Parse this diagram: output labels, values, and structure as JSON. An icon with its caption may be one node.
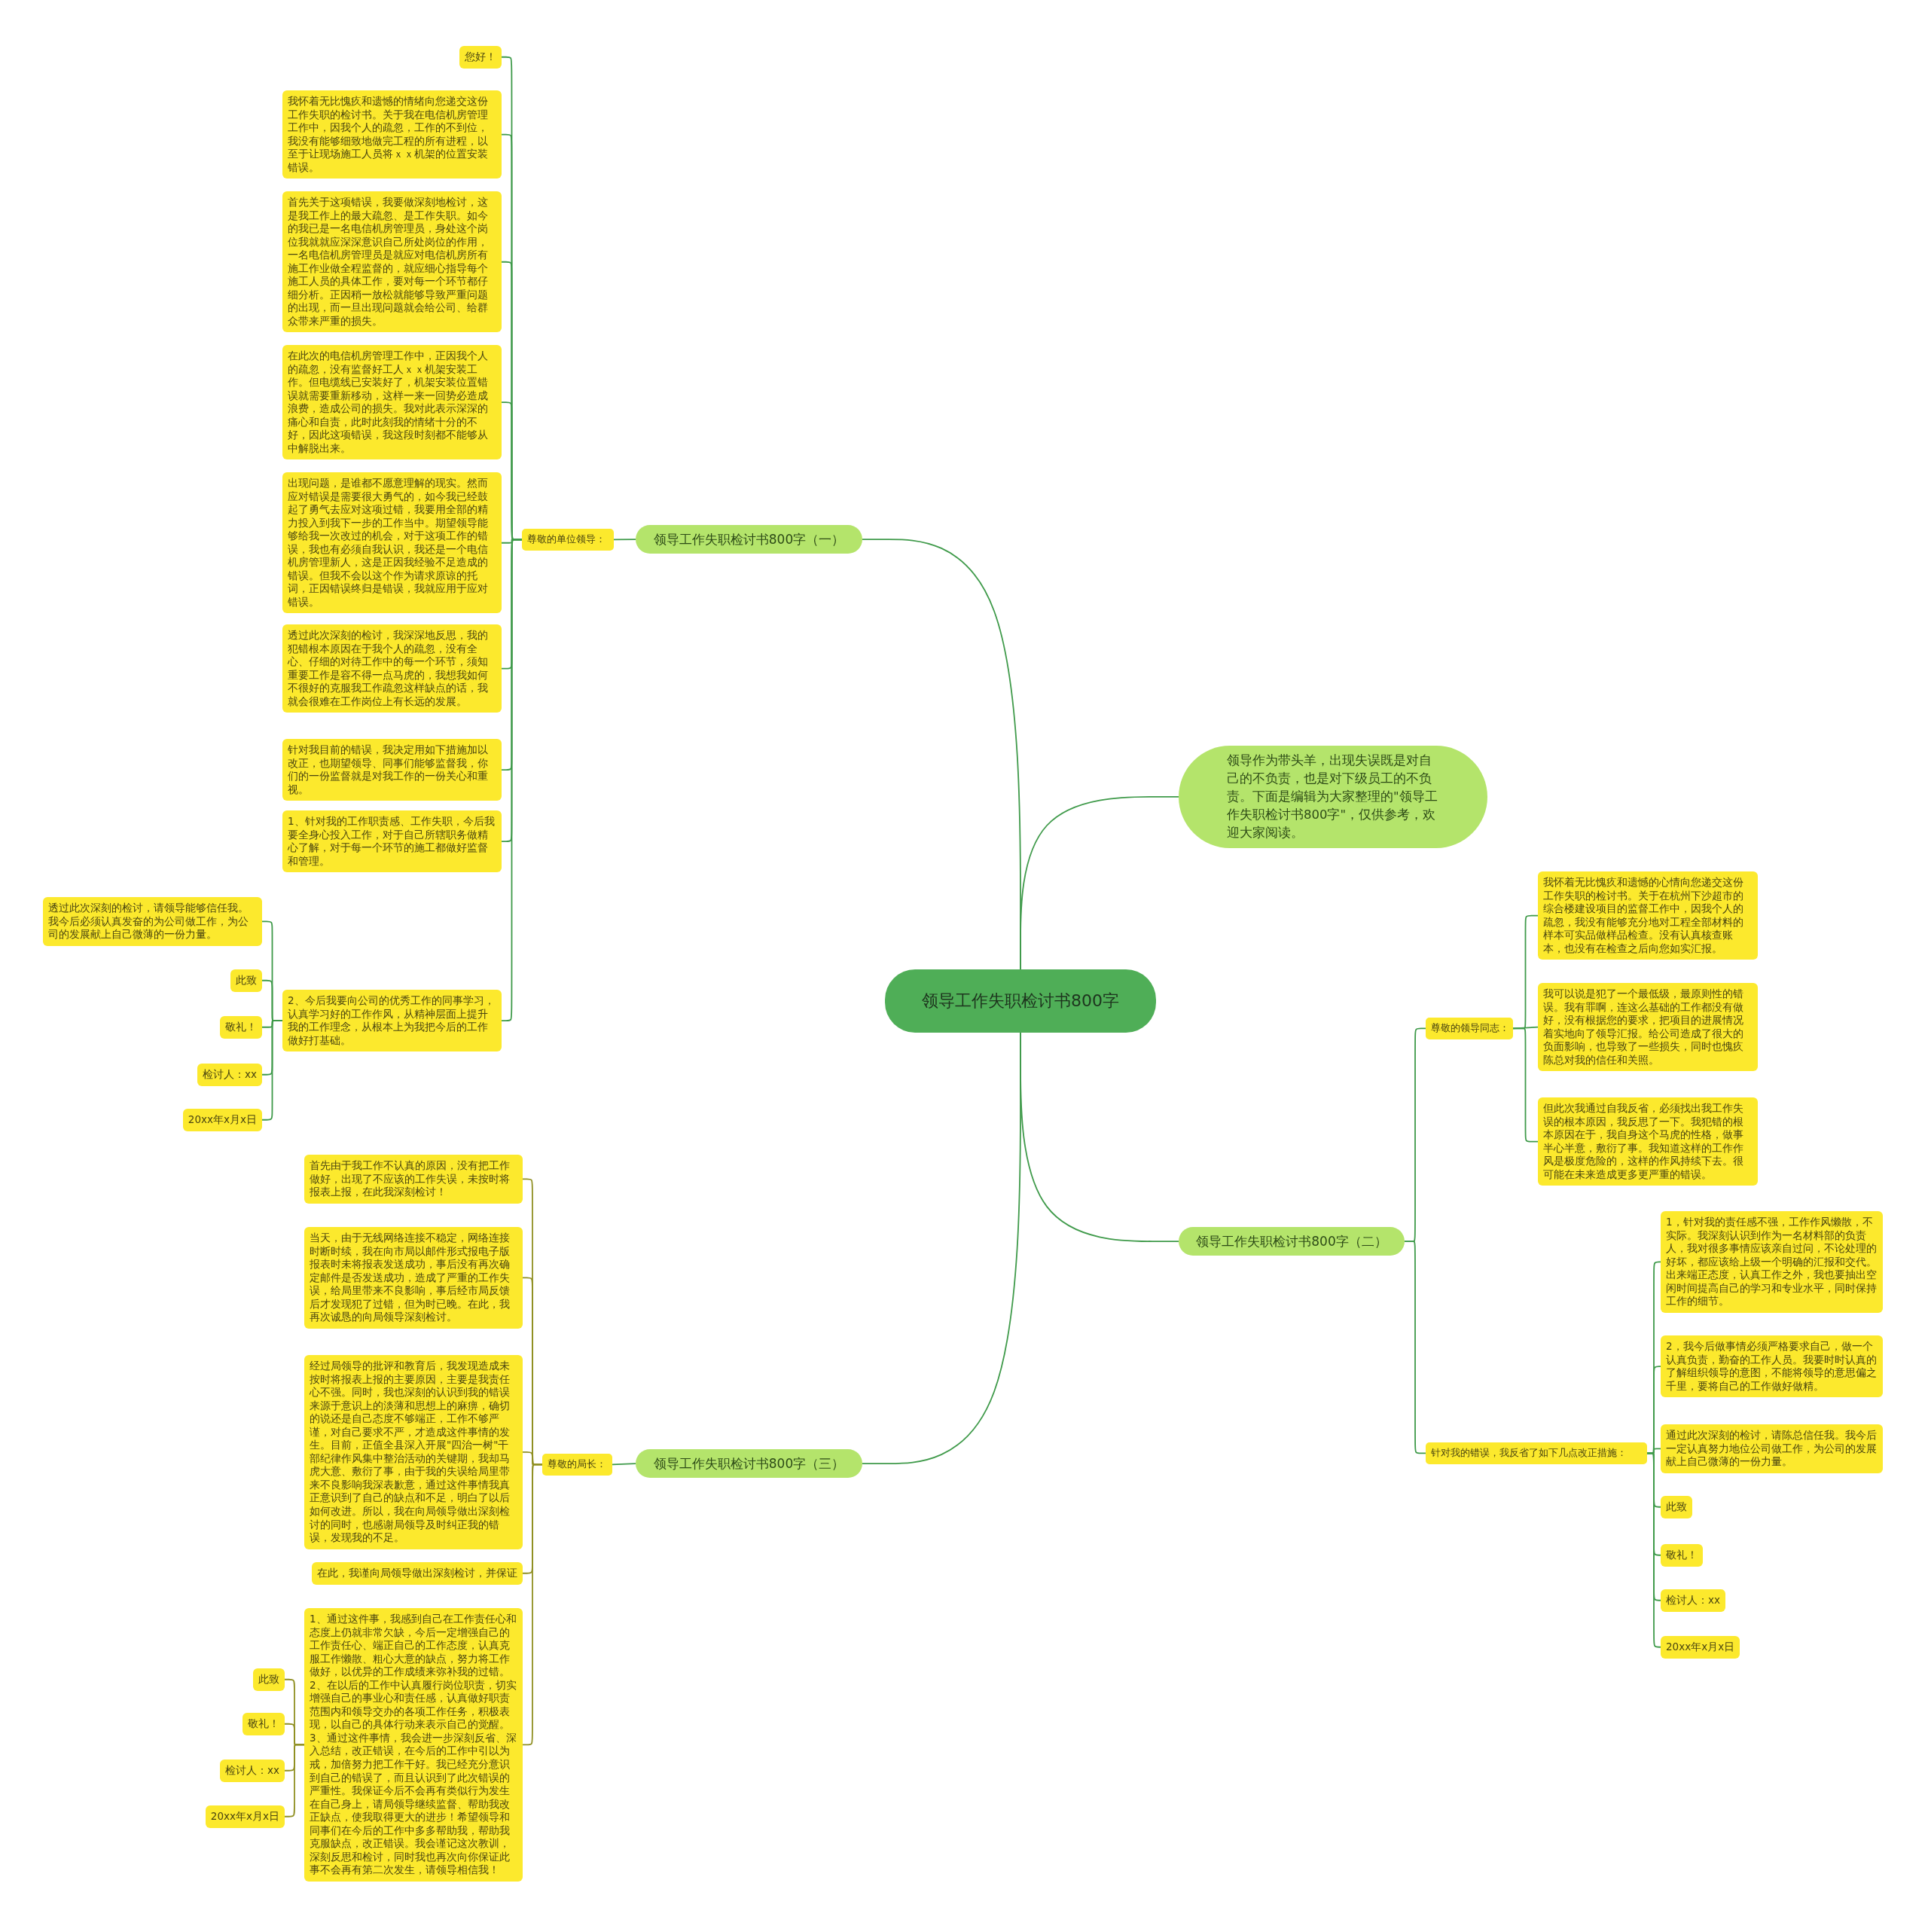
{
  "diagram": {
    "nodes": [
      {
        "text": [
          "领导工作失职检讨书800字"
        ]
      },
      {
        "text": [
          "领导工作失职检讨书800字（一）"
        ]
      },
      {
        "text": [
          "尊敬的单位领导："
        ]
      },
      {
        "text": [
          "您好！"
        ]
      },
      {
        "text": [
          "我怀着无比愧疚和遗憾的情绪向您递交这份工作失职的检讨书。关于我在电信机房管理工作中，因我个人的疏忽，工作的不到位，我没有能够细致地做完工程的所有进程，以至于让现场施工人员将ｘｘ机架的位置安装错误。"
        ]
      },
      {
        "text": [
          "首先关于这项错误，我要做深刻地检讨，这是我工作上的最大疏忽、是工作失职。如今的我已是一名电信机房管理员，身处这个岗位我就就应深深意识自己所处岗位的作用，一名电信机房管理员是就应对电信机房所有施工作业做全程监督的，就应细心指导每个施工人员的具体工作，要对每一个环节都仔细分析。正因稍一放松就能够导致严重问题的出现，而一旦出现问题就会给公司、给群众带来严重的损失。"
        ]
      },
      {
        "text": [
          "在此次的电信机房管理工作中，正因我个人的疏忽，没有监督好工人ｘｘ机架安装工作。但电缆线已安装好了，机架安装位置错误就需要重新移动，这样一来一回势必造成浪费，造成公司的损失。我对此表示深深的痛心和自责，此时此刻我的情绪十分的不好，因此这项错误，我这段时刻都不能够从中解脱出来。"
        ]
      },
      {
        "text": [
          "出现问题，是谁都不愿意理解的现实。然而应对错误是需要很大勇气的，如今我已经鼓起了勇气去应对这项过错，我要用全部的精力投入到我下一步的工作当中。期望领导能够给我一次改过的机会，对于这项工作的错误，我也有必须自我认识，我还是一个电信机房管理新人，这是正因我经验不足造成的错误。但我不会以这个作为请求原谅的托词，正因错误终归是错误，我就应用于应对错误。"
        ]
      },
      {
        "text": [
          "透过此次深刻的检讨，我深深地反思，我的犯错根本原因在于我个人的疏忽，没有全心、仔细的对待工作中的每一个环节，须知重要工作是容不得一点马虎的，我想我如何不很好的克服我工作疏忽这样缺点的话，我就会很难在工作岗位上有长远的发展。"
        ]
      },
      {
        "text": [
          "针对我目前的错误，我决定用如下措施加以改正，也期望领导、同事们能够监督我，你们的一份监督就是对我工作的一份关心和重视。"
        ]
      },
      {
        "text": [
          "1、针对我的工作职责感、工作失职，今后我要全身心投入工作，对于自己所辖职务做精心了解，对于每一个环节的施工都做好监督和管理。"
        ]
      },
      {
        "text": [
          "2、今后我要向公司的优秀工作的同事学习，认真学习好的工作作风，从精神层面上提升我的工作理念，从根本上为我把今后的工作做好打基础。"
        ]
      },
      {
        "text": [
          "透过此次深刻的检讨，请领导能够信任我。我今后必须认真发奋的为公司做工作，为公司的发展献上自己微薄的一份力量。"
        ]
      },
      {
        "text": [
          "此致"
        ]
      },
      {
        "text": [
          "敬礼！"
        ]
      },
      {
        "text": [
          "检讨人：xx"
        ]
      },
      {
        "text": [
          "20xx年x月x日"
        ]
      },
      {
        "text": [
          "领导作为带头羊，出现失误既是对自己的不负责，也是对下级员工的不负责。下面是编辑为大家整理的\"领导工作失职检讨书800字\"，仅供参考，欢迎大家阅读。"
        ]
      },
      {
        "text": [
          "领导工作失职检讨书800字（二）"
        ]
      },
      {
        "text": [
          "尊敬的领导同志："
        ]
      },
      {
        "text": [
          "我怀着无比愧疚和遗憾的心情向您递交这份工作失职的检讨书。关于在杭州下沙超市的综合楼建设项目的监督工作中，因我个人的疏忽，我没有能够充分地对工程全部材料的样本可实品做样品检查。没有认真核查账本，也没有在检查之后向您如实汇报。"
        ]
      },
      {
        "text": [
          "我可以说是犯了一个最低级，最原则性的错误。我有罪啊，连这么基础的工作都没有做好，没有根据您的要求，把项目的进展情况着实地向了领导汇报。给公司造成了很大的负面影响，也导致了一些损失，同时也愧疚陈总对我的信任和关照。"
        ]
      },
      {
        "text": [
          "但此次我通过自我反省，必须找出我工作失误的根本原因，我反思了一下。我犯错的根本原因在于，我自身这个马虎的性格，做事半心半意，敷衍了事。我知道这样的工作作风是极度危险的，这样的作风持续下去。很可能在未来造成更多更严重的错误。"
        ]
      },
      {
        "text": [
          "针对我的错误，我反省了如下几点改正措施："
        ]
      },
      {
        "text": [
          "1，针对我的责任感不强，工作作风懒散，不实际。我深刻认识到作为一名材料部的负责人，我对很多事情应该亲自过问，不论处理的好坏，都应该给上级一个明确的汇报和交代。出来端正态度，认真工作之外，我也要抽出空闲时间提高自己的学习和专业水平，同时保持工作的细节。"
        ]
      },
      {
        "text": [
          "2，我今后做事情必须严格要求自己，做一个认真负责，勤奋的工作人员。我要时时认真的了解组织领导的意图，不能将领导的意思偏之千里，要将自己的工作做好做精。"
        ]
      },
      {
        "text": [
          "通过此次深刻的检讨，请陈总信任我。我今后一定认真努力地位公司做工作，为公司的发展献上自己微薄的一份力量。"
        ]
      },
      {
        "text": [
          "此致"
        ]
      },
      {
        "text": [
          "敬礼！"
        ]
      },
      {
        "text": [
          "检讨人：xx"
        ]
      },
      {
        "text": [
          "20xx年x月x日"
        ]
      },
      {
        "text": [
          "领导工作失职检讨书800字（三）"
        ]
      },
      {
        "text": [
          "尊敬的局长："
        ]
      },
      {
        "text": [
          "首先由于我工作不认真的原因，没有把工作做好，出现了不应该的工作失误，未按时将报表上报，在此我深刻检讨！"
        ]
      },
      {
        "text": [
          "当天，由于无线网络连接不稳定，网络连接时断时续，我在向市局以邮件形式报电子版报表时未将报表发送成功，事后没有再次确定邮件是否发送成功，造成了严重的工作失误，给局里带来不良影响，事后经市局反馈后才发现犯了过错，但为时已晚。在此，我再次诚恳的向局领导深刻检讨。"
        ]
      },
      {
        "text": [
          "经过局领导的批评和教育后，我发现造成未按时将报表上报的主要原因，主要是我责任心不强。同时，我也深刻的认识到我的错误来源于意识上的淡薄和思想上的麻痹，确切的说还是自己态度不够端正，工作不够严谨，对自己要求不严，才造成这件事情的发生。目前，正值全县深入开展\"四治一树\"干部纪律作风集中整治活动的关键期，我却马虎大意、敷衍了事，由于我的失误给局里带来不良影响我深表歉意，通过这件事情我真正意识到了自己的缺点和不足，明白了以后如何改进。所以，我在向局领导做出深刻检讨的同时，也感谢局领导及时纠正我的错误，发现我的不足。"
        ]
      },
      {
        "text": [
          "在此，我谨向局领导做出深刻检讨，并保证"
        ]
      },
      {
        "text": [
          "1、通过这件事，我感到自己在工作责任心和态度上仍就非常欠缺，今后一定增强自己的工作责任心、端正自己的工作态度，认真克服工作懒散、粗心大意的缺点，努力将工作做好，以优异的工作成绩来弥补我的过错。2、在以后的工作中认真履行岗位职责，切实增强自己的事业心和责任感，认真做好职责范围内和领导交办的各项工作任务，积极表现，以自己的具体行动来表示自己的觉醒。 3、通过这件事情，我会进一步深刻反省、深入总结，改正错误，在今后的工作中引以为戒，加倍努力把工作干好。我已经充分意识到自己的错误了，而且认识到了此次错误的严重性。我保证今后不会再有类似行为发生在自己身上，请局领导继续监督、帮助我改正缺点，使我取得更大的进步！希望领导和同事们在今后的工作中多多帮助我，帮助我克服缺点，改正错误。我会谨记这次教训，深刻反思和检讨，同时我也再次向你保证此事不会再有第二次发生，请领导相信我！"
        ]
      },
      {
        "text": [
          "此致"
        ]
      },
      {
        "text": [
          "敬礼！"
        ]
      },
      {
        "text": [
          "检讨人：xx"
        ]
      },
      {
        "text": [
          "20xx年x月x日"
        ]
      }
    ],
    "edges": [
      {
        "from": 0,
        "to": 1,
        "arrow": "none"
      },
      {
        "from": 1,
        "to": 2,
        "arrow": "none"
      },
      {
        "from": 2,
        "to": 3,
        "arrow": "none"
      },
      {
        "from": 2,
        "to": 4,
        "arrow": "none"
      },
      {
        "from": 2,
        "to": 5,
        "arrow": "none"
      },
      {
        "from": 2,
        "to": 6,
        "arrow": "none"
      },
      {
        "from": 2,
        "to": 7,
        "arrow": "none"
      },
      {
        "from": 2,
        "to": 8,
        "arrow": "none"
      },
      {
        "from": 2,
        "to": 9,
        "arrow": "none"
      },
      {
        "from": 2,
        "to": 10,
        "arrow": "none"
      },
      {
        "from": 2,
        "to": 11,
        "arrow": "none"
      },
      {
        "from": 11,
        "to": 12,
        "arrow": "none"
      },
      {
        "from": 11,
        "to": 13,
        "arrow": "none"
      },
      {
        "from": 11,
        "to": 14,
        "arrow": "none"
      },
      {
        "from": 11,
        "to": 15,
        "arrow": "none"
      },
      {
        "from": 11,
        "to": 16,
        "arrow": "none"
      },
      {
        "from": 0,
        "to": 17,
        "arrow": "none"
      },
      {
        "from": 0,
        "to": 18,
        "arrow": "none"
      },
      {
        "from": 18,
        "to": 19,
        "arrow": "none"
      },
      {
        "from": 19,
        "to": 20,
        "arrow": "none"
      },
      {
        "from": 19,
        "to": 21,
        "arrow": "none"
      },
      {
        "from": 19,
        "to": 22,
        "arrow": "none"
      },
      {
        "from": 18,
        "to": 23,
        "arrow": "none"
      },
      {
        "from": 23,
        "to": 24,
        "arrow": "none"
      },
      {
        "from": 23,
        "to": 25,
        "arrow": "none"
      },
      {
        "from": 23,
        "to": 26,
        "arrow": "none"
      },
      {
        "from": 23,
        "to": 27,
        "arrow": "none"
      },
      {
        "from": 23,
        "to": 28,
        "arrow": "none"
      },
      {
        "from": 23,
        "to": 29,
        "arrow": "none"
      },
      {
        "from": 23,
        "to": 30,
        "arrow": "none"
      },
      {
        "from": 0,
        "to": 31,
        "arrow": "none"
      },
      {
        "from": 31,
        "to": 32,
        "arrow": "none"
      },
      {
        "from": 32,
        "to": 33,
        "arrow": "none",
        "color": "#8f8f22"
      },
      {
        "from": 32,
        "to": 34,
        "arrow": "none",
        "color": "#8f8f22"
      },
      {
        "from": 32,
        "to": 35,
        "arrow": "none",
        "color": "#8f8f22"
      },
      {
        "from": 32,
        "to": 36,
        "arrow": "none",
        "color": "#8f8f22"
      },
      {
        "from": 32,
        "to": 37,
        "arrow": "none",
        "color": "#8f8f22"
      },
      {
        "from": 37,
        "to": 38,
        "arrow": "none",
        "color": "#8f8f22"
      },
      {
        "from": 37,
        "to": 39,
        "arrow": "none",
        "color": "#8f8f22"
      },
      {
        "from": 37,
        "to": 40,
        "arrow": "none",
        "color": "#8f8f22"
      },
      {
        "from": 37,
        "to": 41,
        "arrow": "none",
        "color": "#8f8f22"
      }
    ]
  }
}
